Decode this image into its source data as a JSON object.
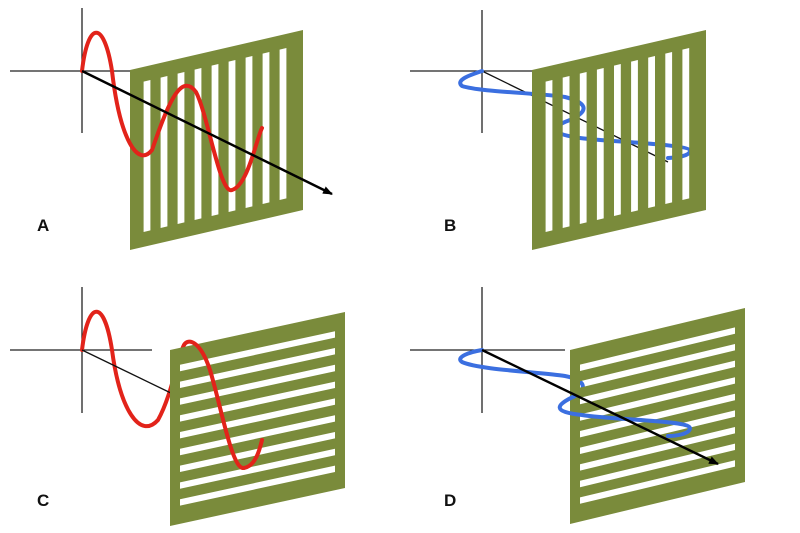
{
  "panels": [
    {
      "label": "A",
      "wave_color": "#e2231a",
      "wave": "vertical",
      "grating": "vertical-slits",
      "beam": "arrow"
    },
    {
      "label": "B",
      "wave_color": "#3b6fe0",
      "wave": "horizontal",
      "grating": "vertical-slits",
      "beam": "line"
    },
    {
      "label": "C",
      "wave_color": "#e2231a",
      "wave": "vertical",
      "grating": "horizontal-slits",
      "beam": "line"
    },
    {
      "label": "D",
      "wave_color": "#3b6fe0",
      "wave": "horizontal",
      "grating": "horizontal-slits",
      "beam": "arrow"
    }
  ],
  "colors": {
    "grating": "#7a8b3b",
    "axes": "#222222",
    "arrow": "#000000"
  }
}
